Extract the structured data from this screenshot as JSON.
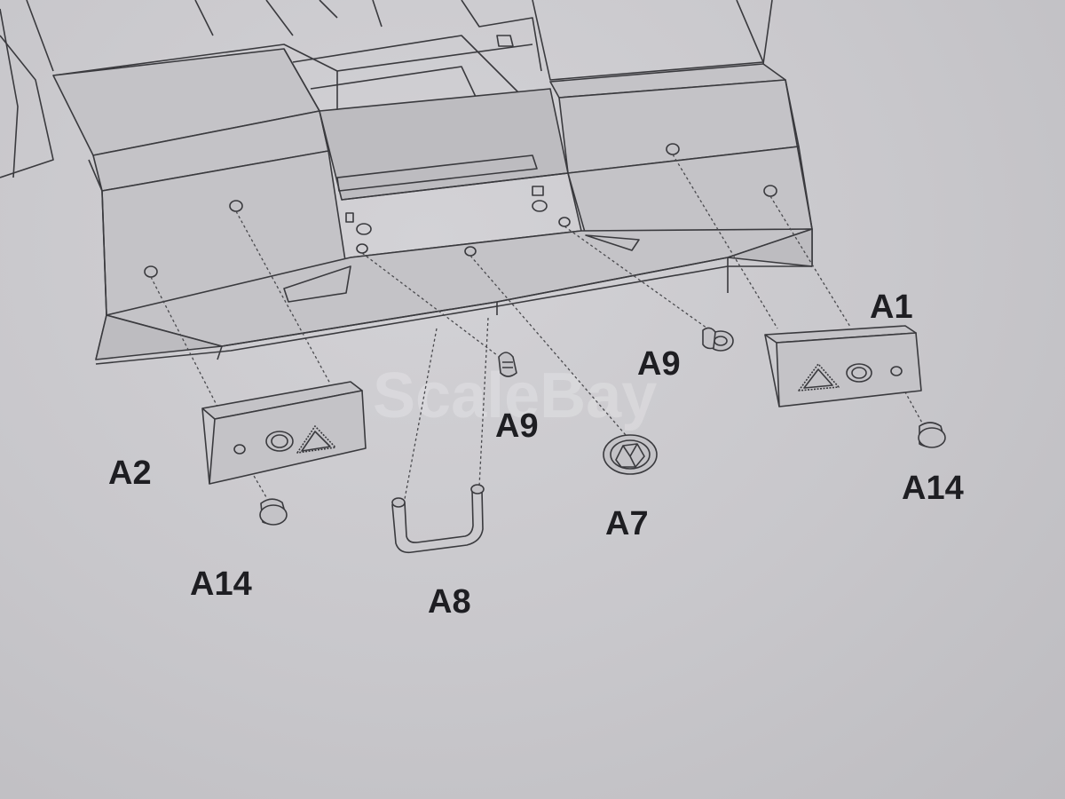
{
  "watermark": "ScaleBay",
  "parts": [
    {
      "id": "a1",
      "label": "A1"
    },
    {
      "id": "a2",
      "label": "A2"
    },
    {
      "id": "a7",
      "label": "A7"
    },
    {
      "id": "a8",
      "label": "A8"
    },
    {
      "id": "a9-left",
      "label": "A9"
    },
    {
      "id": "a9-right",
      "label": "A9"
    },
    {
      "id": "a14-left",
      "label": "A14"
    },
    {
      "id": "a14-right",
      "label": "A14"
    }
  ],
  "colors": {
    "paper": "#c9c8cc",
    "line": "#3a3a3e",
    "label": "#1e1e22"
  }
}
